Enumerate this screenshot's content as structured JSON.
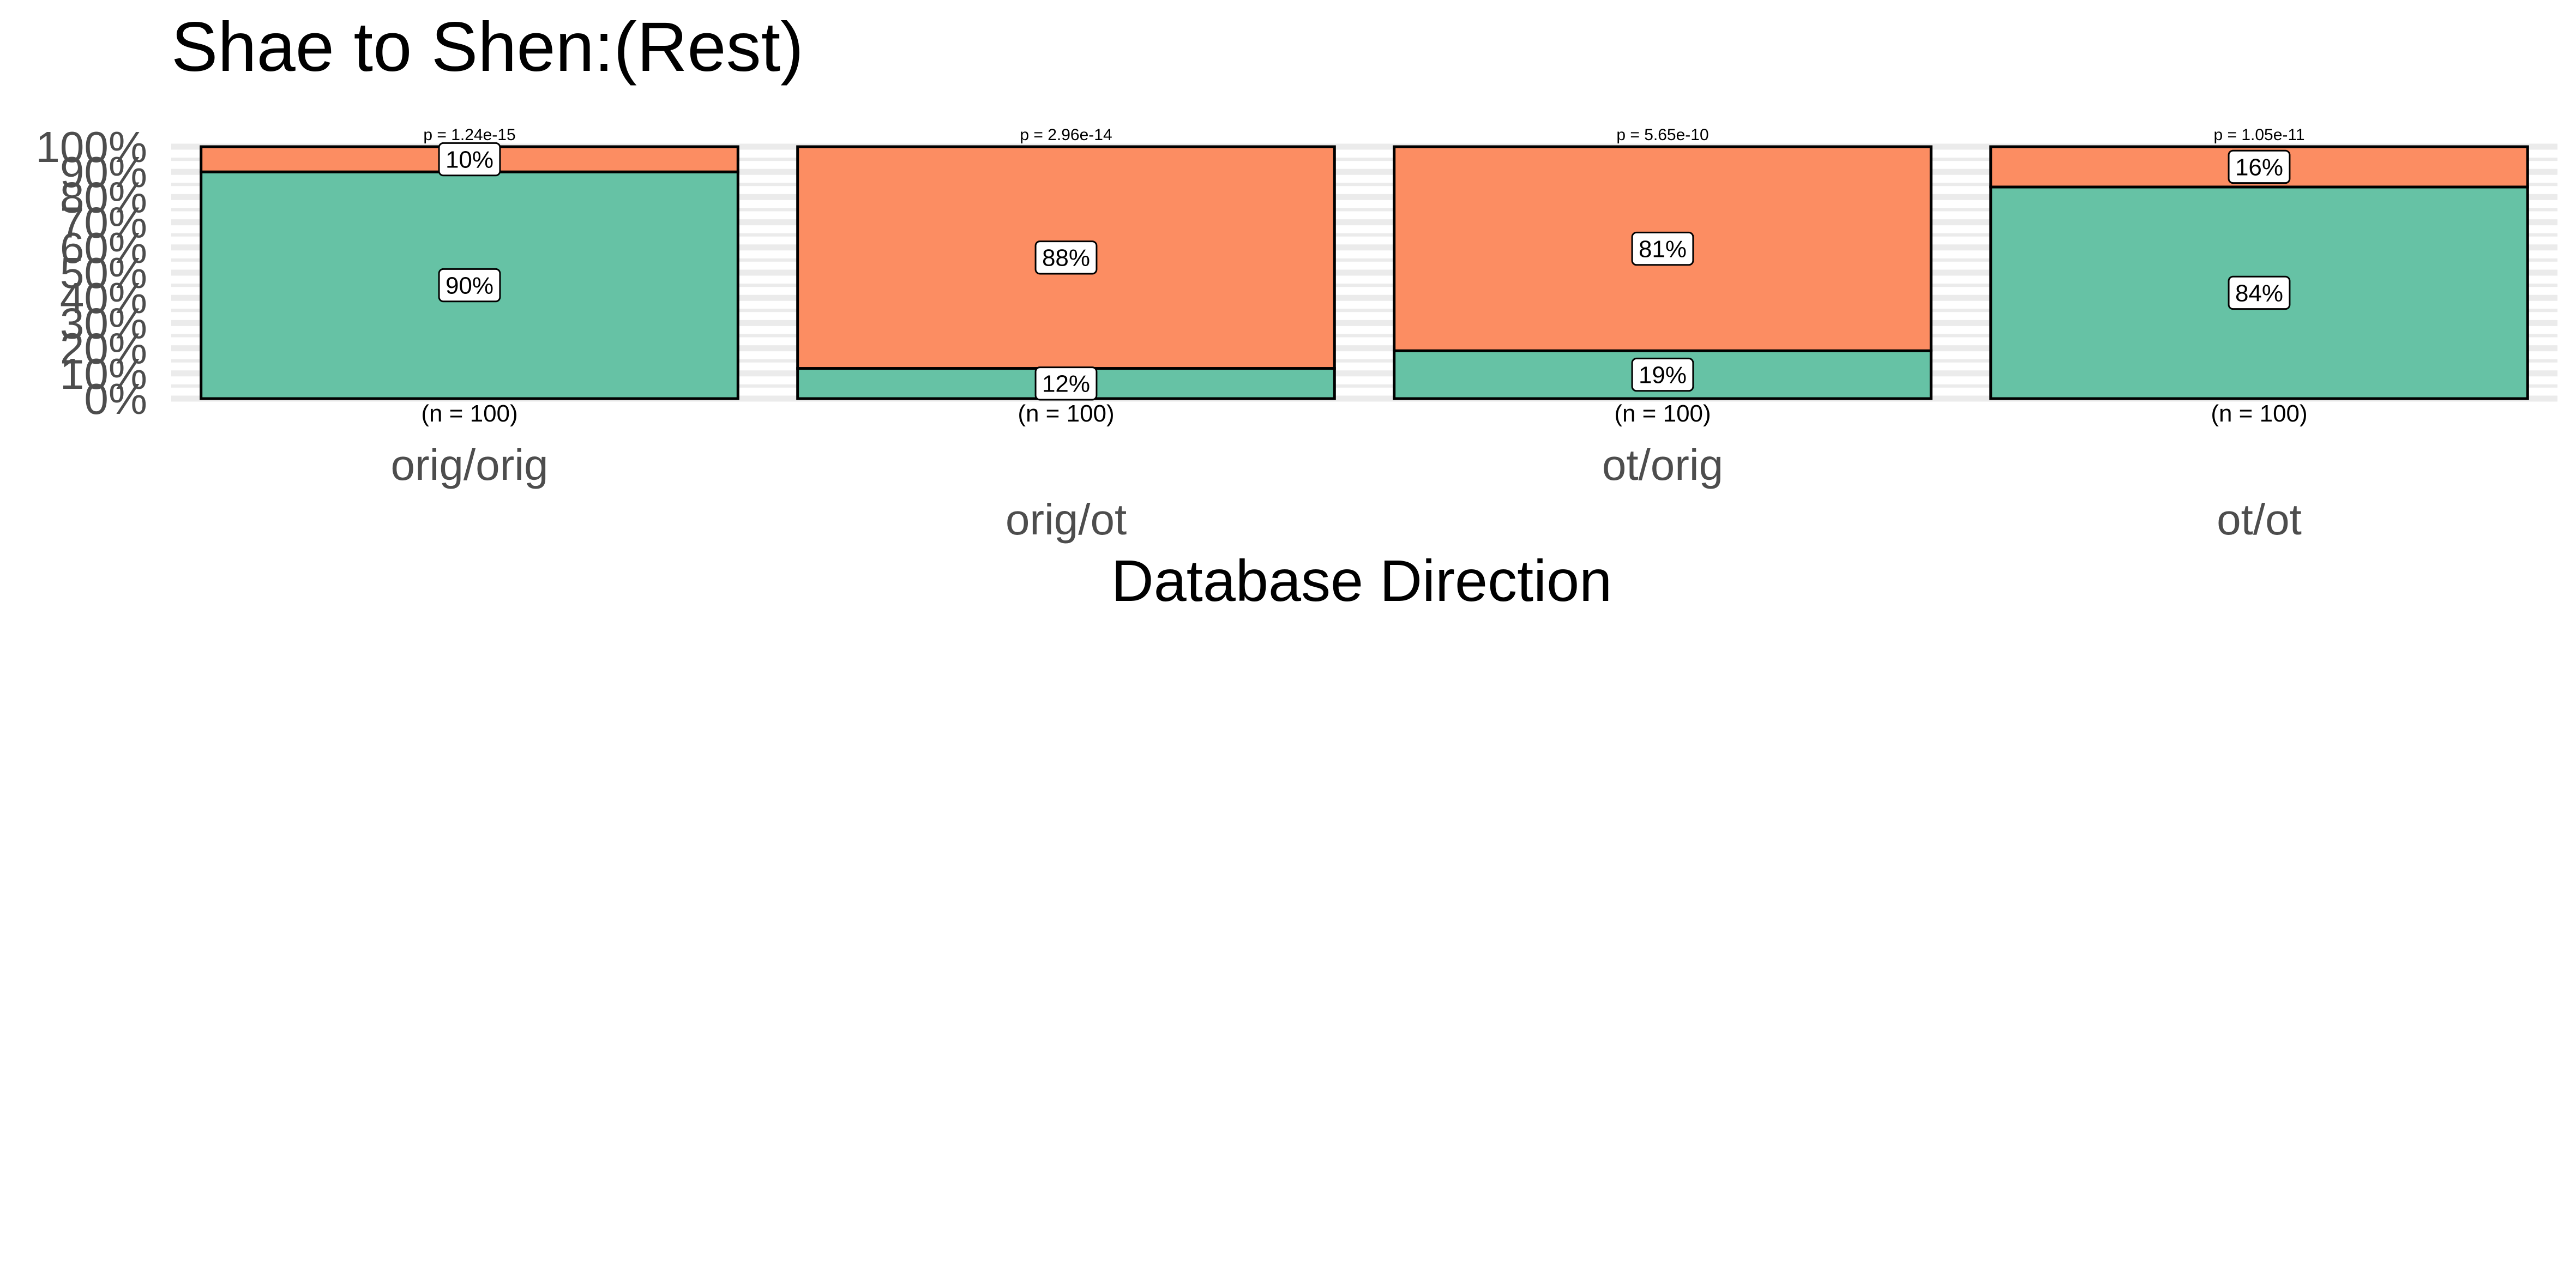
{
  "chart_data": {
    "type": "bar",
    "stacked": true,
    "title": "Shae to Shen:(Rest)",
    "xlabel": "Database Direction",
    "ylabel": "",
    "ylim": [
      0,
      100
    ],
    "yticks": [
      "0%",
      "10%",
      "20%",
      "30%",
      "40%",
      "50%",
      "60%",
      "70%",
      "80%",
      "90%",
      "100%"
    ],
    "grid": true,
    "categories": [
      "orig/orig",
      "orig/ot",
      "ot/orig",
      "ot/ot"
    ],
    "series": [
      {
        "color": "#66c2a5",
        "values": [
          90,
          12,
          19,
          84
        ],
        "labels": [
          "90%",
          "12%",
          "19%",
          "84%"
        ]
      },
      {
        "color": "#fc8d62",
        "values": [
          10,
          88,
          81,
          16
        ],
        "labels": [
          "10%",
          "88%",
          "81%",
          "16%"
        ]
      }
    ],
    "p_values": [
      "p = 1.24e-15",
      "p = 2.96e-14",
      "p = 5.65e-10",
      "p = 1.05e-11"
    ],
    "n_labels": [
      "(n = 100)",
      "(n = 100)",
      "(n = 100)",
      "(n = 100)"
    ]
  }
}
